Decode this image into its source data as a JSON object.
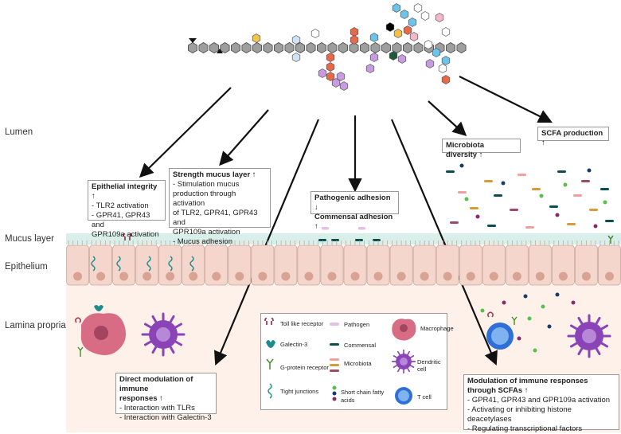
{
  "layers": {
    "lumen": "Lumen",
    "mucus": "Mucus layer",
    "epithelium": "Epithelium",
    "lamina": "Lamina propria"
  },
  "boxes": {
    "epithelial": {
      "title": "Epithelial integrity ↑",
      "lines": [
        "- TLR2 activation",
        "- GPR41, GPR43 and",
        "GPR109a activation"
      ]
    },
    "mucus_strength": {
      "title": "Strength mucus layer ↑",
      "lines": [
        "- Stimulation mucus",
        "production through activation",
        "of TLR2, GPR41, GPR43 and",
        "GPR109a activation",
        "- Mucus adhesion"
      ]
    },
    "adhesion": {
      "line1": "Pathogenic adhesion ↓",
      "line2": "Commensal adhesion ↑"
    },
    "diversity": {
      "title": "Microbiota diversity ↑"
    },
    "scfa": {
      "title": "SCFA production ↑"
    },
    "direct": {
      "title1": "Direct modulation of immune",
      "title2": "responses ↑",
      "lines": [
        "- Interaction with TLRs",
        "- Interaction with Galectin-3"
      ]
    },
    "scfa_mod": {
      "title1": "Modulation of immune responses",
      "title2": "through SCFAs ↑",
      "lines": [
        "- GPR41, GPR43 and GPR109a activation",
        "- Activating or inhibiting histone deacetylases",
        "- Regulating transcriptional factors"
      ]
    }
  },
  "legend": {
    "toll": "Toll like receptor",
    "galectin": "Galectin-3",
    "gpr": "G-protein receptor",
    "tight": "Tight junctions",
    "pathogen": "Pathogen",
    "commensal": "Commensal",
    "microbiota": "Microbiota",
    "scfa1": "Short chain fatty",
    "scfa2": "acids",
    "macrophage": "Macrophage",
    "dendritic": "Dendritic cell",
    "tcell": "T cell"
  },
  "colors": {
    "chain_hex": "#9e9e9e",
    "orange_hex": "#e8684a",
    "blue_hex": "#6cc4ea",
    "purple_hex": "#c99be0",
    "lamina_bg": "#fdf1ea",
    "epithelium_cell": "#f4d6cc",
    "nucleus": "#d9a393",
    "mucus": "#d9efe9",
    "macrophage": "#d86c84",
    "dendritic": "#8a44b8",
    "tcell": "#2f6fd6",
    "galectin": "#1c8c8c"
  }
}
